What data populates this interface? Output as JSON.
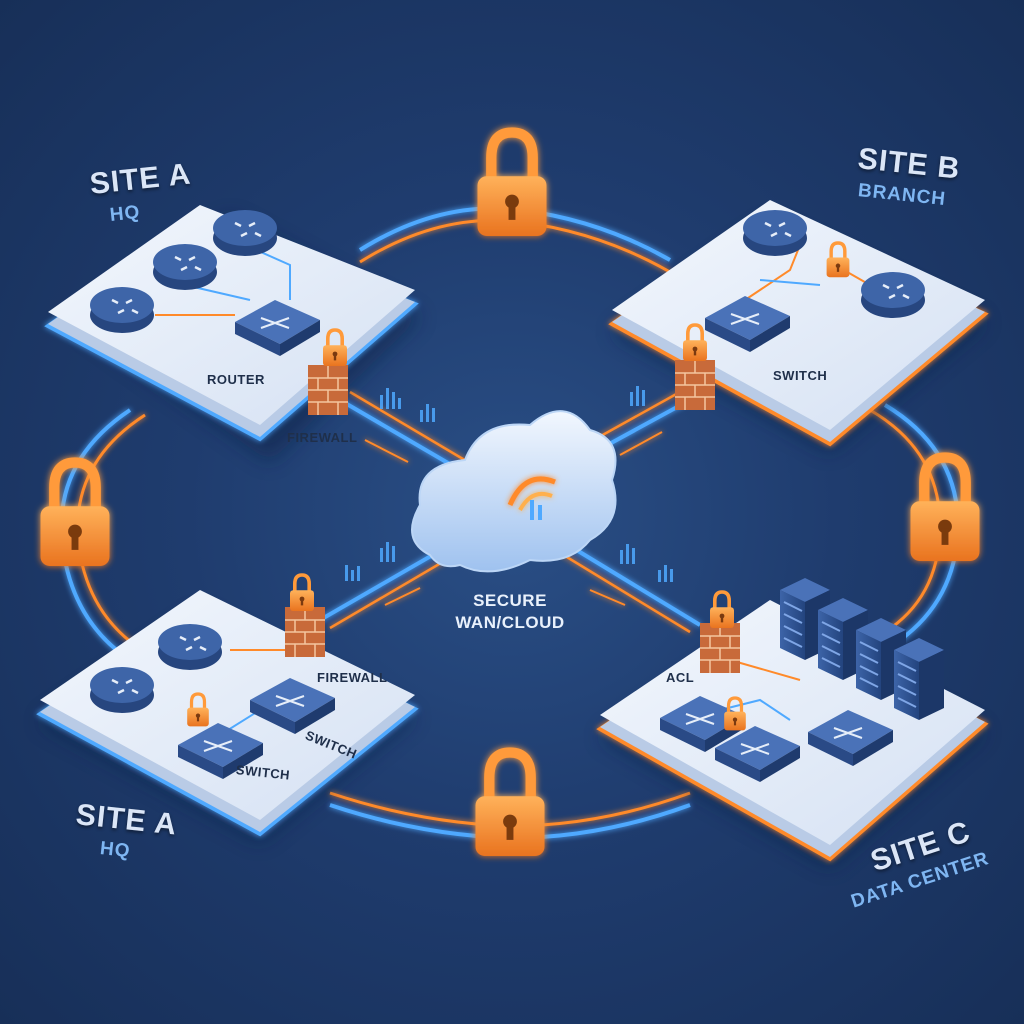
{
  "sites": {
    "a_top": {
      "title": "SITE A",
      "subtitle": "HQ"
    },
    "b": {
      "title": "SITE B",
      "subtitle": "BRANCH"
    },
    "a_bottom": {
      "title": "SITE A",
      "subtitle": "HQ"
    },
    "c": {
      "title": "SITE C",
      "subtitle": "DATA CENTER"
    }
  },
  "devices": {
    "a_top_router": "ROUTER",
    "a_top_firewall": "FIREWALL",
    "b_switch": "SWITCH",
    "a_bottom_firewall": "FIREWALL",
    "a_bottom_switch_left": "SWITCH",
    "a_bottom_switch_right": "SWITCH",
    "c_acl": "ACL"
  },
  "cloud": {
    "line1": "SECURE",
    "line2": "WAN/CLOUD"
  },
  "icons": [
    "lock-icon",
    "router-icon",
    "switch-icon",
    "firewall-icon",
    "server-rack-icon",
    "cloud-icon"
  ],
  "colors": {
    "background": "#1f3c6e",
    "platform": "#e6eef9",
    "glow_blue": "#4fa9ff",
    "glow_orange": "#ff8a2a",
    "device_blue": "#3b5f9e"
  }
}
